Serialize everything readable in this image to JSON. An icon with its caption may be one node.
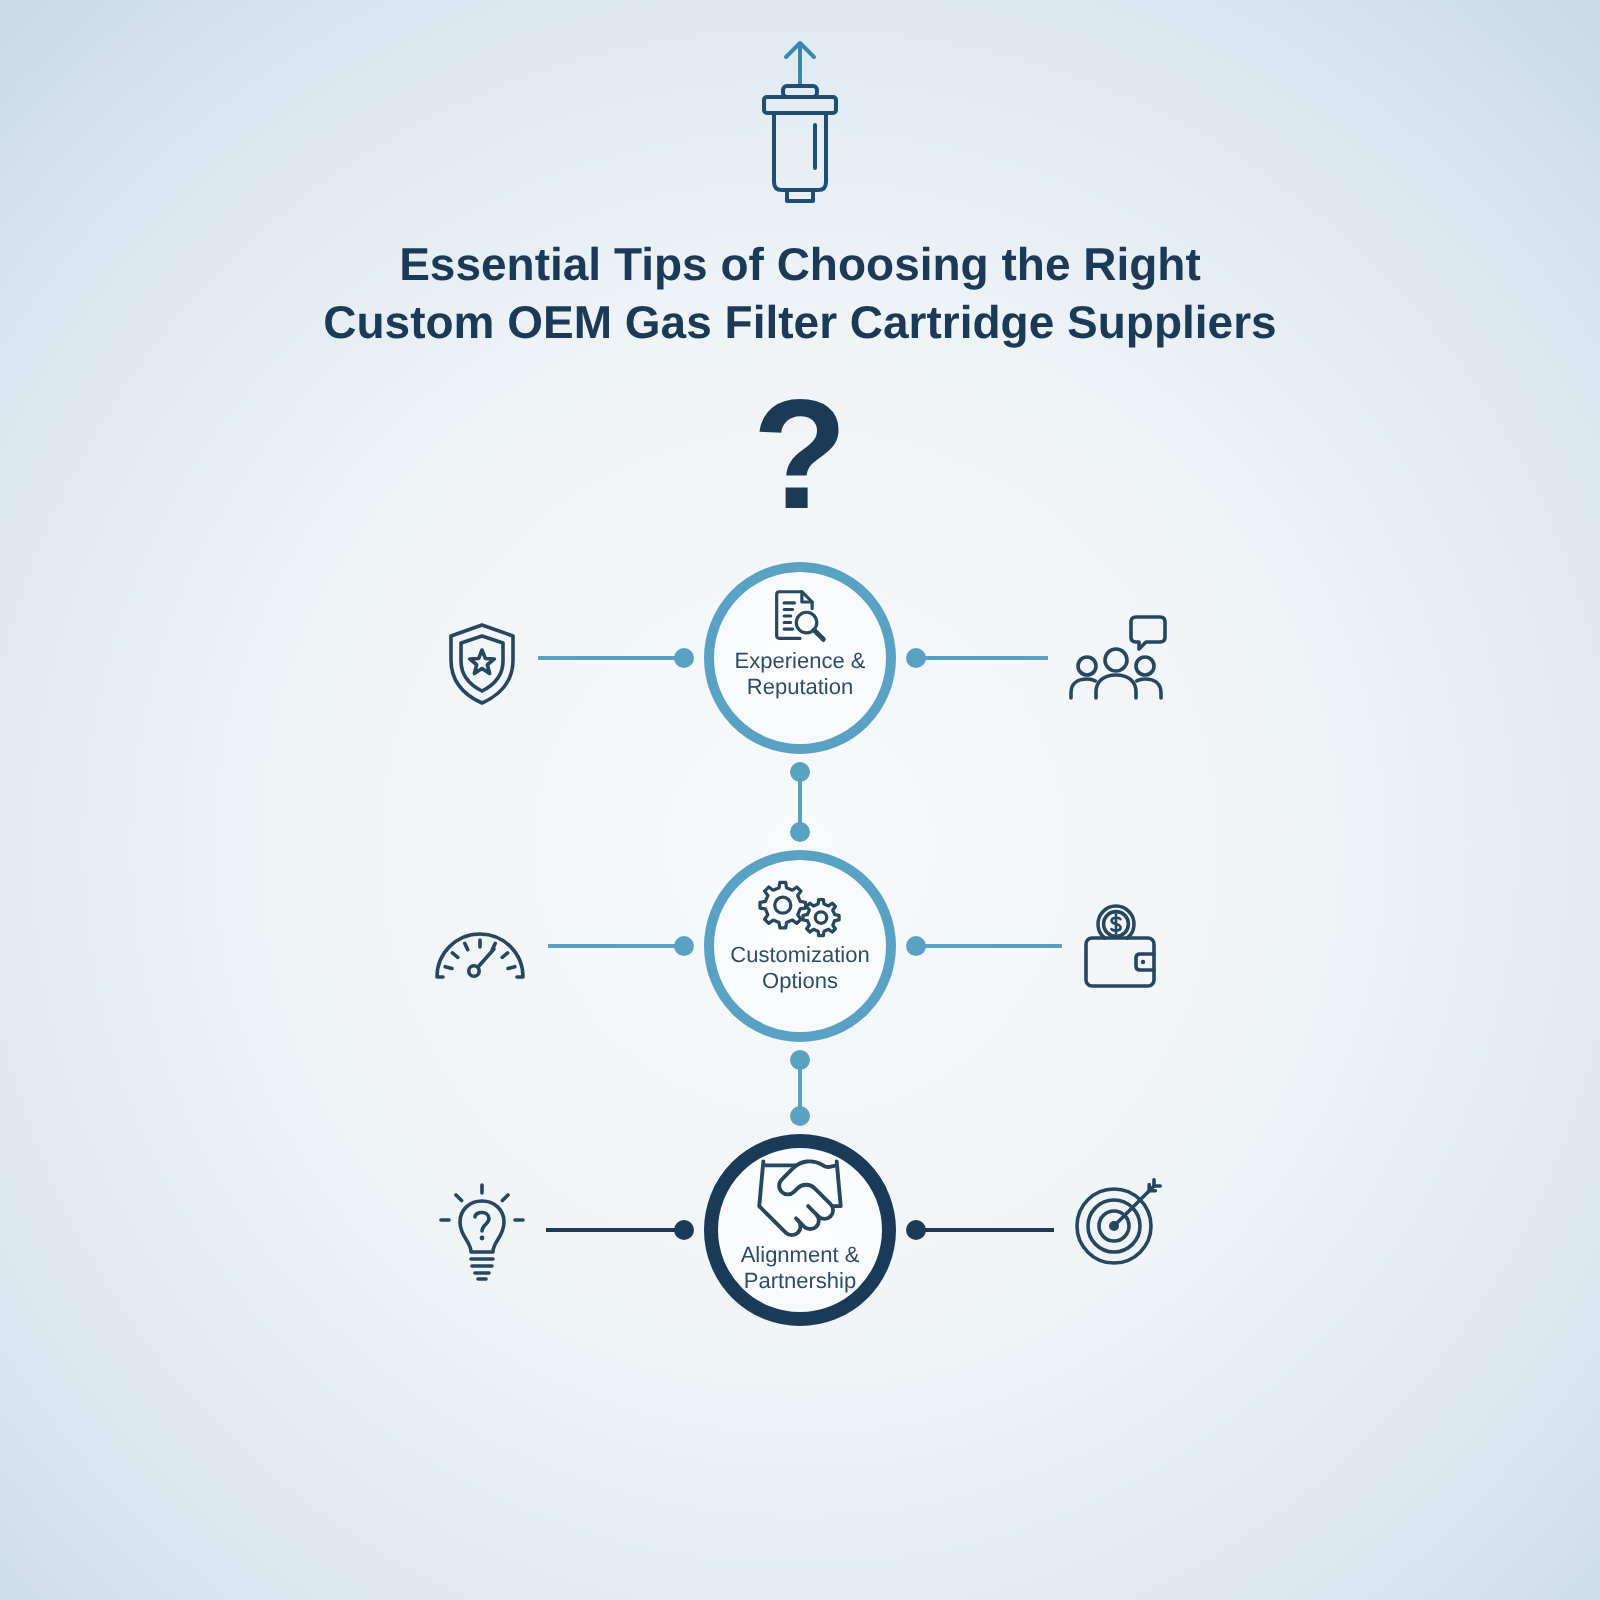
{
  "diagram": {
    "title": "Essential Tips of Choosing the Right Custom OEM Gas Filter Cartridge Suppliers",
    "nodes": [
      {
        "text": [],
        "shape": "picture"
      },
      {
        "text": [
          "Experience & Reputation"
        ]
      },
      {
        "text": [],
        "shape": "picture"
      },
      {
        "text": [],
        "shape": "picture"
      },
      {
        "text": [
          "Customization Options"
        ]
      },
      {
        "text": [],
        "shape": "picture"
      },
      {
        "text": [],
        "shape": "picture"
      },
      {
        "text": [
          "Alignment & Partnership"
        ]
      },
      {
        "text": [],
        "shape": "picture"
      }
    ],
    "edges": [
      {
        "from": 0,
        "to": 1,
        "arrow": "other"
      },
      {
        "from": 1,
        "to": 2,
        "arrow": "other"
      },
      {
        "from": 1,
        "to": 4,
        "arrow": "other"
      },
      {
        "from": 3,
        "to": 4,
        "arrow": "other"
      },
      {
        "from": 4,
        "to": 5,
        "arrow": "other"
      },
      {
        "from": 4,
        "to": 7,
        "arrow": "other"
      },
      {
        "from": 6,
        "to": 7,
        "arrow": "other",
        "color": "#1d3b57"
      },
      {
        "from": 7,
        "to": 8,
        "arrow": "other",
        "color": "#1d3b57"
      }
    ],
    "labels": [
      "?"
    ]
  }
}
